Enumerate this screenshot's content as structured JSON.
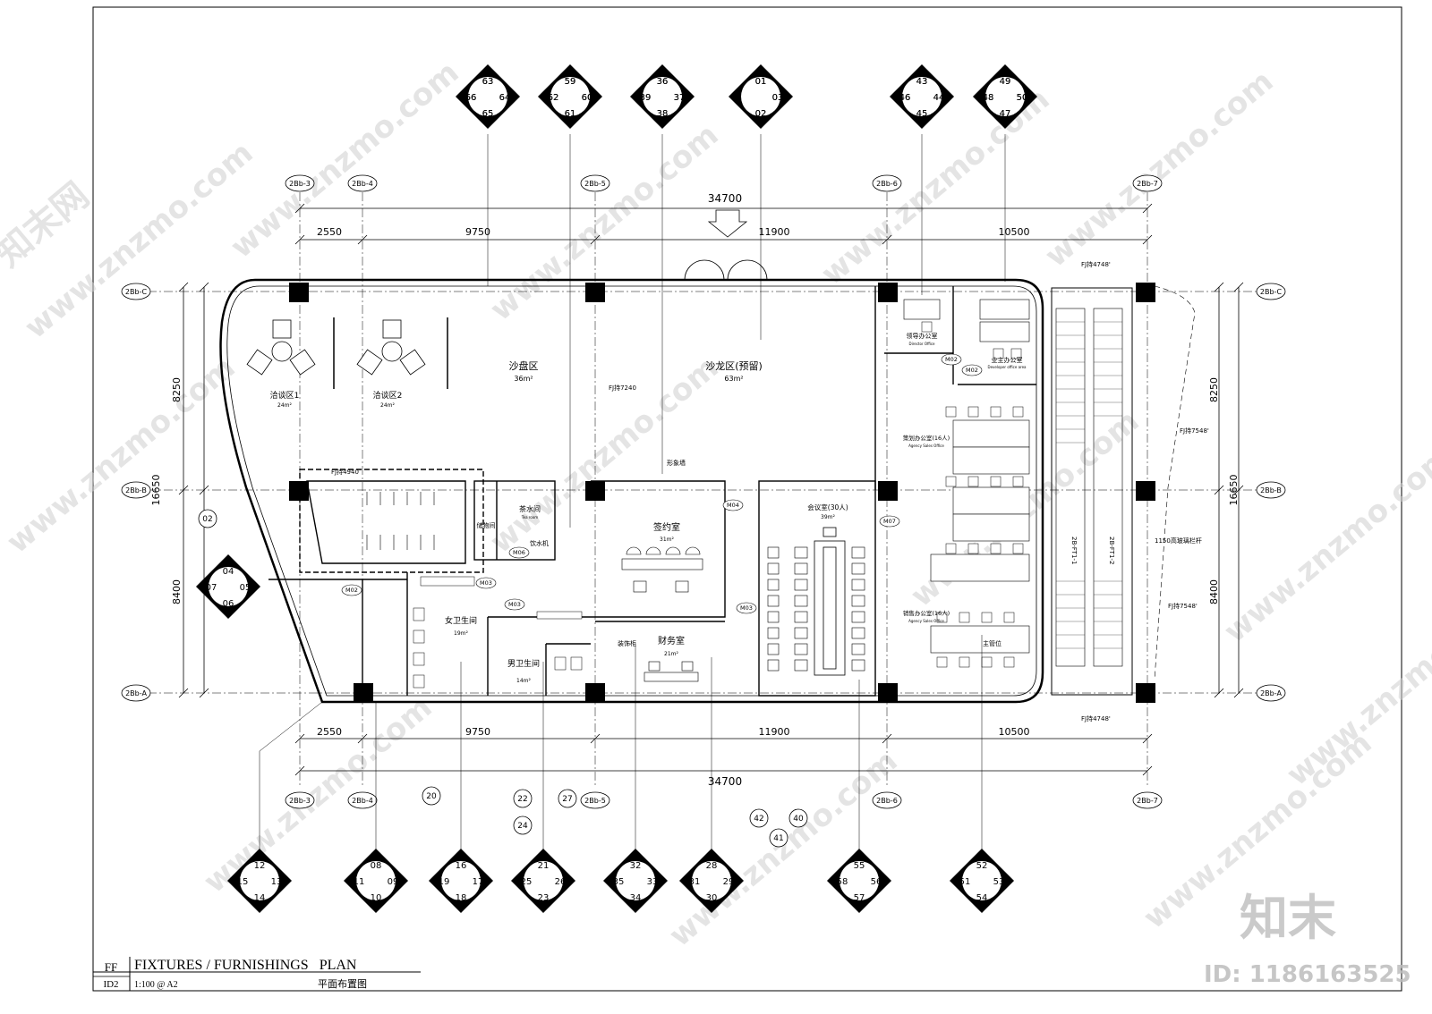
{
  "title_block": {
    "code": "FF",
    "sheet": "ID2",
    "title_en": "FIXTURES / FURNISHINGS   PLAN",
    "scale": "1:100 @ A2",
    "title_cn": "平面布置图"
  },
  "dimensions": {
    "overall": "34700",
    "top_segments": [
      "2550",
      "9750",
      "11900",
      "10500"
    ],
    "side_total": "16650",
    "side_segments": [
      "8250",
      "8400"
    ]
  },
  "grid_axes": {
    "columns": [
      "2Bb-3",
      "2Bb-4",
      "2Bb-5",
      "2Bb-6",
      "2Bb-7"
    ],
    "rows": [
      "2Bb-C",
      "2Bb-B",
      "2Bb-A"
    ]
  },
  "rooms": [
    {
      "name": "洽谈区1",
      "area": "24m²"
    },
    {
      "name": "洽谈区2",
      "area": "24m²"
    },
    {
      "name": "沙盘区",
      "area": "36m²"
    },
    {
      "name": "沙龙区(预留)",
      "area": "63m²"
    },
    {
      "name": "领导办公室",
      "area": "Director Office"
    },
    {
      "name": "业主办公室",
      "area": "Developer office area"
    },
    {
      "name": "策划办公室(16人)",
      "area": "Agency Sales Office"
    },
    {
      "name": "会议室(30人)",
      "area": "39m²"
    },
    {
      "name": "签约室",
      "area": "31m²"
    },
    {
      "name": "财务室",
      "area": "21m²"
    },
    {
      "name": "女卫生间",
      "area": "19m²"
    },
    {
      "name": "男卫生间",
      "area": "14m²"
    },
    {
      "name": "茶水间",
      "area": "Tea room"
    },
    {
      "name": "储物间",
      "area": ""
    },
    {
      "name": "销售办公室(16人)",
      "area": "Agency Sales Office"
    }
  ],
  "notes": [
    "FJ持4748'",
    "FJ持7240",
    "FJ持7548'",
    "FJ持7548'",
    "FJ持4748'",
    "FJ持4940",
    "1150高玻璃栏杆",
    "2B-FT1-1",
    "2B-FT1-2",
    "主管位",
    "形象墙",
    "饮水机",
    "装饰柜"
  ],
  "door_tags": [
    "M02",
    "M02",
    "M03",
    "M03",
    "M04",
    "M06",
    "M07",
    "M02",
    "M03"
  ],
  "elevation_keys": {
    "top": [
      [
        "63",
        "66",
        "64",
        "65"
      ],
      [
        "59",
        "62",
        "60",
        "61"
      ],
      [
        "36",
        "39",
        "37",
        "38"
      ],
      [
        "01",
        "",
        "03",
        "02"
      ],
      [
        "43",
        "46",
        "44",
        "45"
      ],
      [
        "49",
        "48",
        "50",
        "47"
      ]
    ],
    "bottom": [
      [
        "12",
        "15",
        "13",
        "14"
      ],
      [
        "08",
        "11",
        "09",
        "10"
      ],
      [
        "16",
        "19",
        "17",
        "18"
      ],
      [
        "21",
        "25",
        "26",
        "23"
      ],
      [
        "32",
        "35",
        "33",
        "34"
      ],
      [
        "28",
        "31",
        "29",
        "30"
      ],
      [
        "55",
        "58",
        "56",
        "57"
      ],
      [
        "52",
        "51",
        "53",
        "54"
      ]
    ],
    "left": [
      "04",
      "07",
      "05",
      "06"
    ],
    "single_left": "02",
    "single_bottom": [
      "20",
      "22",
      "24",
      "27"
    ],
    "bottom_mid": [
      "42",
      "41",
      "40"
    ]
  },
  "watermarks": {
    "site": "www.znzmo.com",
    "brand_cn": "知末网",
    "logo": "知末",
    "id_label": "ID: 1186163525"
  }
}
